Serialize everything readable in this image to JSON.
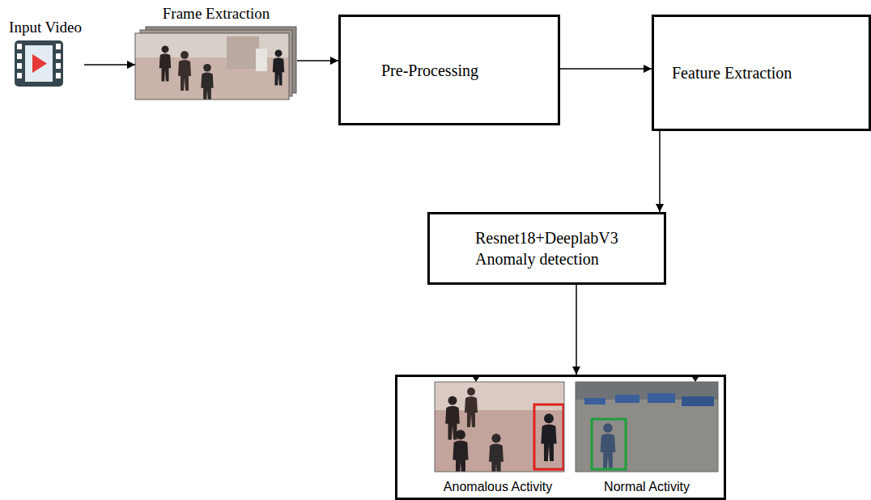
{
  "diagram": {
    "nodes": [
      {
        "text": [
          "Input Video"
        ]
      },
      {
        "text": [
          "Frame Extraction"
        ]
      },
      {
        "text": [
          "Pre-Processing"
        ]
      },
      {
        "text": [
          "Feature Extraction"
        ]
      },
      {
        "text": [
          "Resnet18+DeeplabV3 Anomaly detection"
        ]
      },
      {
        "text": []
      },
      {
        "text": [
          "Anomalous Activity"
        ],
        "in": 5
      },
      {
        "text": [
          "Normal Activity"
        ],
        "in": 5
      }
    ],
    "edges": [
      {
        "from": 0,
        "to": 1,
        "arrow": "to"
      },
      {
        "from": 1,
        "to": 2,
        "arrow": "to"
      },
      {
        "from": 2,
        "to": 3,
        "arrow": "to"
      },
      {
        "from": 3,
        "to": 4,
        "arrow": "to"
      },
      {
        "from": 4,
        "to": 5,
        "arrow": "to"
      }
    ]
  }
}
